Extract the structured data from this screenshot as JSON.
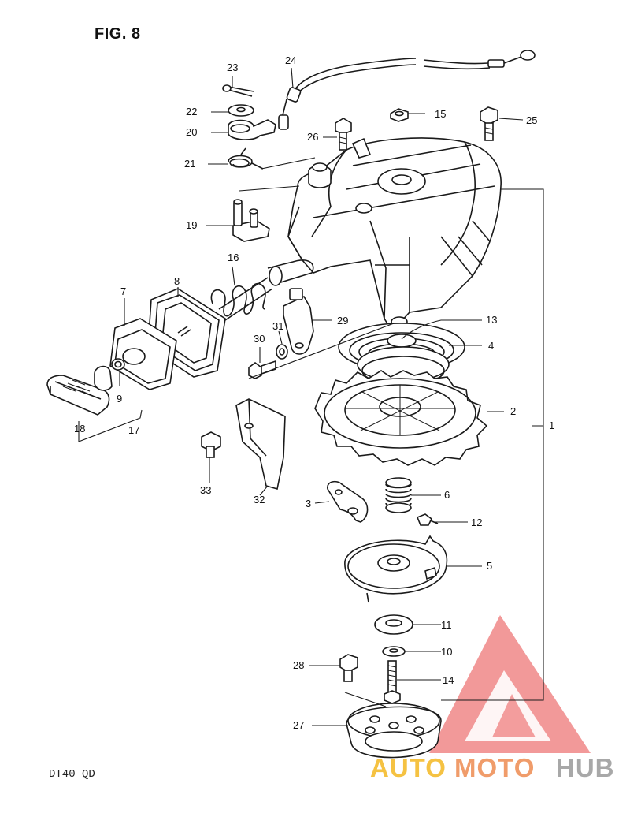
{
  "title": "FIG. 8",
  "model": "DT40  QD",
  "watermark": {
    "brand_part1": "AUTO",
    "brand_part2": "MOTO",
    "brand_part3": "HUB",
    "colors": {
      "auto": "#f5c242",
      "moto": "#f09c6a",
      "hub": "#a8a8a8",
      "triangle": "#e84545"
    }
  },
  "callouts": [
    "1",
    "2",
    "3",
    "4",
    "5",
    "6",
    "7",
    "8",
    "9",
    "10",
    "11",
    "12",
    "13",
    "14",
    "15",
    "16",
    "17",
    "18",
    "19",
    "20",
    "21",
    "22",
    "23",
    "24",
    "25",
    "26",
    "27",
    "28",
    "29",
    "30",
    "31",
    "32",
    "33"
  ]
}
